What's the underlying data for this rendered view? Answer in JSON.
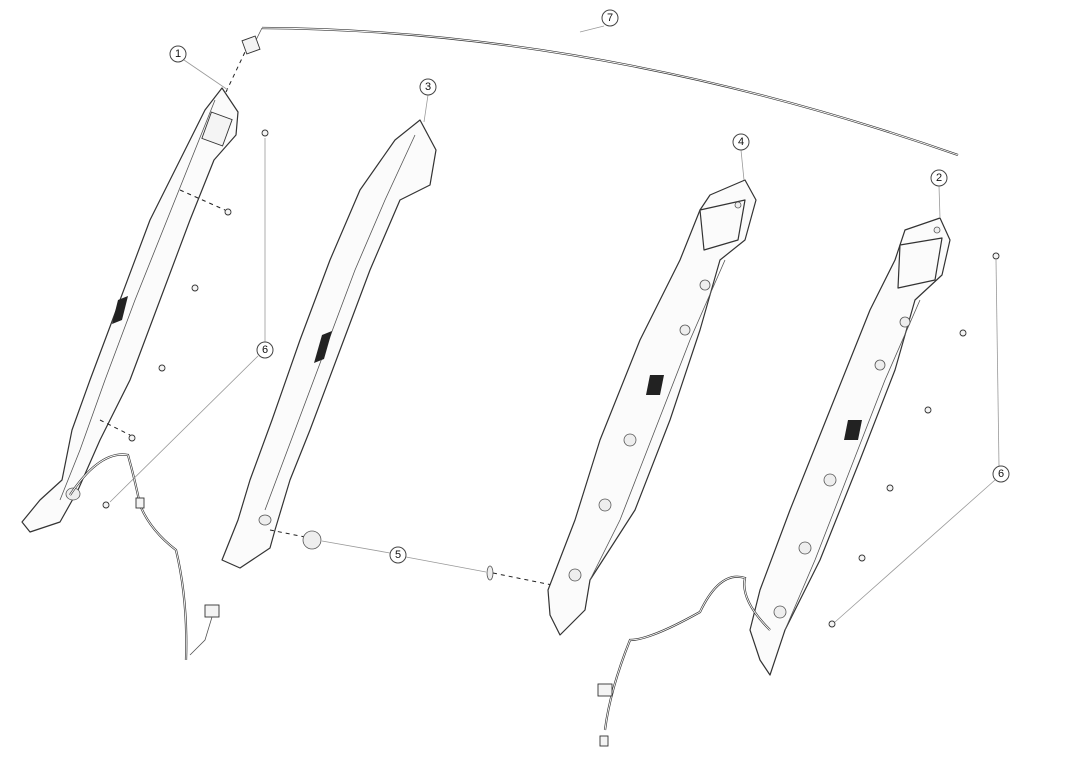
{
  "diagram": {
    "callouts": [
      {
        "id": "callout-1",
        "label": "1"
      },
      {
        "id": "callout-7",
        "label": "7"
      },
      {
        "id": "callout-3",
        "label": "3"
      },
      {
        "id": "callout-4",
        "label": "4"
      },
      {
        "id": "callout-2",
        "label": "2"
      },
      {
        "id": "callout-6a",
        "label": "6"
      },
      {
        "id": "callout-6b",
        "label": "6"
      },
      {
        "id": "callout-5",
        "label": "5"
      }
    ]
  }
}
